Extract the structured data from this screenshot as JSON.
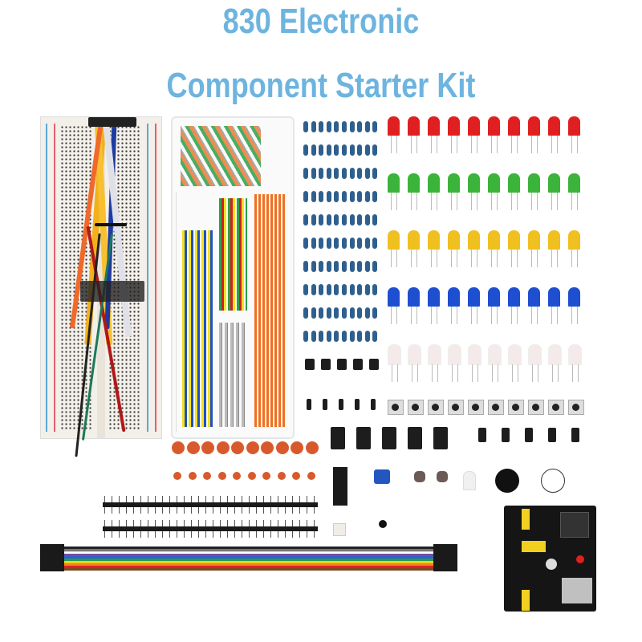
{
  "title": {
    "line1": "830 Electronic",
    "line2": "Component Starter Kit",
    "color": "#6db4df"
  },
  "components": [
    {
      "name": "Breadboard 830 tie-points",
      "icon": "breadboard-icon"
    },
    {
      "name": "Male-to-male jumper wires (bundle)",
      "icon": "jumper-wire-icon"
    },
    {
      "name": "Jumper wire kit in clear box",
      "icon": "wire-box-icon"
    },
    {
      "name": "Resistors (10 rows x 10)",
      "icon": "resistor-icon"
    },
    {
      "name": "LEDs red",
      "count": 10,
      "color": "#e02020"
    },
    {
      "name": "LEDs green",
      "count": 10,
      "color": "#3cb43c"
    },
    {
      "name": "LEDs yellow",
      "count": 10,
      "color": "#f0c020"
    },
    {
      "name": "LEDs blue",
      "count": 10,
      "color": "#1e4fd0"
    },
    {
      "name": "LEDs white",
      "count": 10,
      "color": "#f4eaea"
    },
    {
      "name": "Transistors",
      "count": 5
    },
    {
      "name": "Diodes",
      "count": 5
    },
    {
      "name": "Tactile push buttons",
      "count": 10
    },
    {
      "name": "Electrolytic capacitors large",
      "count": 5
    },
    {
      "name": "Electrolytic capacitors small",
      "count": 5
    },
    {
      "name": "Ceramic capacitors large",
      "count": 10
    },
    {
      "name": "Ceramic capacitors small",
      "count": 10
    },
    {
      "name": "Pin headers",
      "count": 2
    },
    {
      "name": "IC chip"
    },
    {
      "name": "Potentiometer"
    },
    {
      "name": "Photoresistors",
      "count": 2
    },
    {
      "name": "RGB LED"
    },
    {
      "name": "Passive buzzer"
    },
    {
      "name": "Active buzzer"
    },
    {
      "name": "Optocoupler"
    },
    {
      "name": "Thermistor"
    },
    {
      "name": "Dupont ribbon cable"
    },
    {
      "name": "Breadboard power supply module"
    }
  ]
}
